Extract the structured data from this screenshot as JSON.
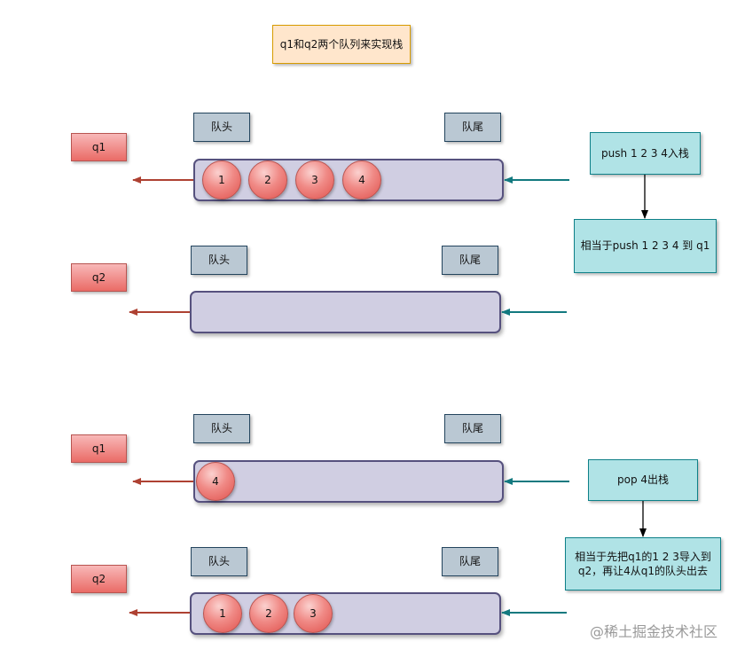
{
  "title": "q1和q2两个队列来实现栈",
  "labels": {
    "head": "队头",
    "tail": "队尾"
  },
  "queues": {
    "q1_top": {
      "name": "q1",
      "items": [
        "1",
        "2",
        "3",
        "4"
      ]
    },
    "q2_top": {
      "name": "q2",
      "items": []
    },
    "q1_bottom": {
      "name": "q1",
      "items": [
        "4"
      ]
    },
    "q2_bottom": {
      "name": "q2",
      "items": [
        "1",
        "2",
        "3"
      ]
    }
  },
  "notes": {
    "push": "push 1 2 3 4入栈",
    "push_equiv": "相当于push 1 2 3 4 到 q1",
    "pop": "pop 4出栈",
    "pop_equiv": "相当于先把q1的1 2 3导入到q2，再让4从q1的队头出去"
  },
  "watermark": "@稀土掘金技术社区",
  "colors": {
    "out_arrow": "#ae4132",
    "in_arrow": "#12797f",
    "connector": "#000000"
  }
}
